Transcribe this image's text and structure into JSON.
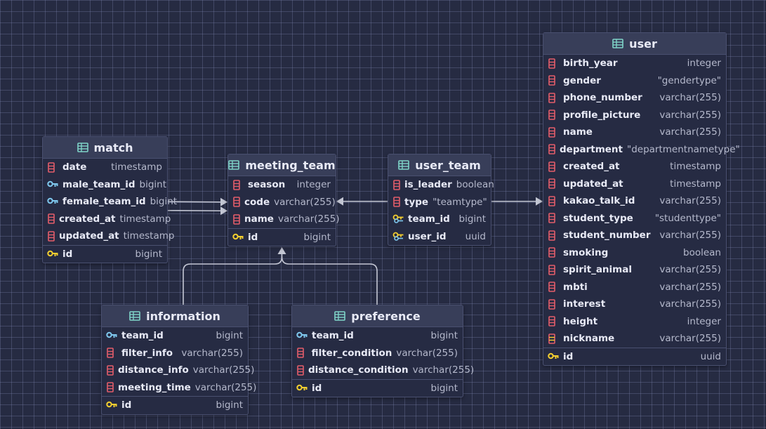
{
  "tables": {
    "match": {
      "name": "match",
      "fields": [
        {
          "name": "date",
          "type": "timestamp",
          "icon": "column-icon"
        },
        {
          "name": "male_team_id",
          "type": "bigint",
          "icon": "foreign-key-icon"
        },
        {
          "name": "female_team_id",
          "type": "bigint",
          "icon": "foreign-key-icon"
        },
        {
          "name": "created_at",
          "type": "timestamp",
          "icon": "column-icon"
        },
        {
          "name": "updated_at",
          "type": "timestamp",
          "icon": "column-icon"
        }
      ],
      "pk": {
        "name": "id",
        "type": "bigint",
        "icon": "primary-key-icon"
      }
    },
    "meeting_team": {
      "name": "meeting_team",
      "fields": [
        {
          "name": "season",
          "type": "integer",
          "icon": "column-icon"
        },
        {
          "name": "code",
          "type": "varchar(255)",
          "icon": "column-icon"
        },
        {
          "name": "name",
          "type": "varchar(255)",
          "icon": "column-icon"
        }
      ],
      "pk": {
        "name": "id",
        "type": "bigint",
        "icon": "primary-key-icon"
      }
    },
    "user_team": {
      "name": "user_team",
      "fields": [
        {
          "name": "is_leader",
          "type": "boolean",
          "icon": "column-icon"
        },
        {
          "name": "type",
          "type": "\"teamtype\"",
          "icon": "column-icon"
        },
        {
          "name": "team_id",
          "type": "bigint",
          "icon": "primary-foreign-key-icon"
        },
        {
          "name": "user_id",
          "type": "uuid",
          "icon": "primary-foreign-key-icon"
        }
      ]
    },
    "user": {
      "name": "user",
      "fields": [
        {
          "name": "birth_year",
          "type": "integer",
          "icon": "column-icon"
        },
        {
          "name": "gender",
          "type": "\"gendertype\"",
          "icon": "column-icon"
        },
        {
          "name": "phone_number",
          "type": "varchar(255)",
          "icon": "column-icon"
        },
        {
          "name": "profile_picture",
          "type": "varchar(255)",
          "icon": "column-icon"
        },
        {
          "name": "name",
          "type": "varchar(255)",
          "icon": "column-icon"
        },
        {
          "name": "department",
          "type": "\"departmentnametype\"",
          "icon": "column-icon"
        },
        {
          "name": "created_at",
          "type": "timestamp",
          "icon": "column-icon"
        },
        {
          "name": "updated_at",
          "type": "timestamp",
          "icon": "column-icon"
        },
        {
          "name": "kakao_talk_id",
          "type": "varchar(255)",
          "icon": "column-icon"
        },
        {
          "name": "student_type",
          "type": "\"studenttype\"",
          "icon": "column-icon"
        },
        {
          "name": "student_number",
          "type": "varchar(255)",
          "icon": "column-icon"
        },
        {
          "name": "smoking",
          "type": "boolean",
          "icon": "column-icon"
        },
        {
          "name": "spirit_animal",
          "type": "varchar(255)",
          "icon": "column-icon"
        },
        {
          "name": "mbti",
          "type": "varchar(255)",
          "icon": "column-icon"
        },
        {
          "name": "interest",
          "type": "varchar(255)",
          "icon": "column-icon"
        },
        {
          "name": "height",
          "type": "integer",
          "icon": "column-icon"
        },
        {
          "name": "nickname",
          "type": "varchar(255)",
          "icon": "unique-column-icon"
        }
      ],
      "pk": {
        "name": "id",
        "type": "uuid",
        "icon": "primary-key-icon"
      }
    },
    "information": {
      "name": "information",
      "fields": [
        {
          "name": "team_id",
          "type": "bigint",
          "icon": "foreign-key-icon"
        },
        {
          "name": "filter_info",
          "type": "varchar(255)",
          "icon": "column-icon"
        },
        {
          "name": "distance_info",
          "type": "varchar(255)",
          "icon": "column-icon"
        },
        {
          "name": "meeting_time",
          "type": "varchar(255)",
          "icon": "column-icon"
        }
      ],
      "pk": {
        "name": "id",
        "type": "bigint",
        "icon": "primary-key-icon"
      }
    },
    "preference": {
      "name": "preference",
      "fields": [
        {
          "name": "team_id",
          "type": "bigint",
          "icon": "foreign-key-icon"
        },
        {
          "name": "filter_condition",
          "type": "varchar(255)",
          "icon": "column-icon"
        },
        {
          "name": "distance_condition",
          "type": "varchar(255)",
          "icon": "column-icon"
        }
      ],
      "pk": {
        "name": "id",
        "type": "bigint",
        "icon": "primary-key-icon"
      }
    }
  },
  "relations": [
    {
      "from": "match.male_team_id",
      "to": "meeting_team.code"
    },
    {
      "from": "match.female_team_id",
      "to": "meeting_team.name"
    },
    {
      "from": "user_team.type",
      "to": "meeting_team.code"
    },
    {
      "from": "user_team.type",
      "to": "user.kakao_talk_id"
    },
    {
      "from": "information",
      "to": "meeting_team"
    },
    {
      "from": "preference",
      "to": "meeting_team"
    }
  ],
  "colors": {
    "background": "#262b42",
    "header": "#383e59",
    "text": "#e8eaf6",
    "type_text": "#b5b9cc",
    "table_icon": "#7fd4c8",
    "column_icon": "#e35d6a",
    "key_yellow": "#f4cf2f",
    "key_blue": "#7fc8ee",
    "edge": "#c3c6d3"
  }
}
